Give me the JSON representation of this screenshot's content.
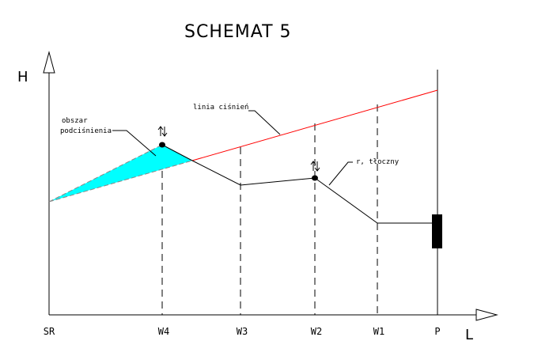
{
  "title": "SCHEMAT 5",
  "axes": {
    "y_label": "H",
    "x_label": "L"
  },
  "stations": [
    "SR",
    "W4",
    "W3",
    "W2",
    "W1",
    "P"
  ],
  "annotations": {
    "pressure_line": "linia ciśnień",
    "vacuum_area_line1": "obszar",
    "vacuum_area_line2": "podciśnienia",
    "pipe": "r, tłoczny"
  },
  "colors": {
    "pressure_line": "#ff0000",
    "vacuum_area": "#00ffff",
    "pipe": "#000000"
  },
  "icons": [
    "air-valve-icon",
    "air-valve-icon",
    "pump-icon"
  ]
}
